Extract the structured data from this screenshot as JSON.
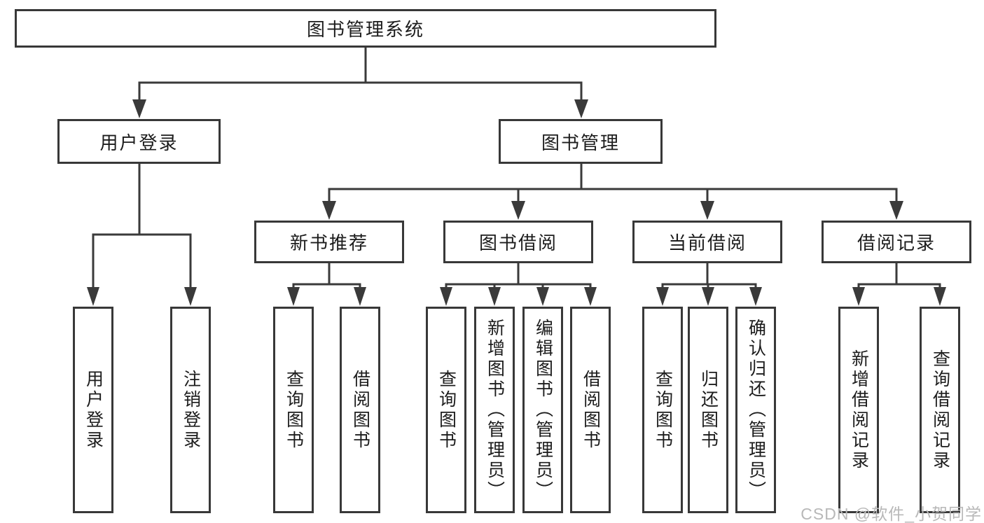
{
  "diagram": {
    "root": {
      "label": "图书管理系统",
      "children": [
        {
          "label": "用户登录",
          "children": [
            {
              "label": "用户登录"
            },
            {
              "label": "注销登录"
            }
          ]
        },
        {
          "label": "图书管理",
          "children": [
            {
              "label": "新书推荐",
              "children": [
                {
                  "label": "查询图书"
                },
                {
                  "label": "借阅图书"
                }
              ]
            },
            {
              "label": "图书借阅",
              "children": [
                {
                  "label": "查询图书"
                },
                {
                  "label": "新增图书（管理员）"
                },
                {
                  "label": "编辑图书（管理员）"
                },
                {
                  "label": "借阅图书"
                }
              ]
            },
            {
              "label": "当前借阅",
              "children": [
                {
                  "label": "查询图书"
                },
                {
                  "label": "归还图书"
                },
                {
                  "label": "确认归还（管理员）"
                }
              ]
            },
            {
              "label": "借阅记录",
              "children": [
                {
                  "label": "新增借阅记录"
                },
                {
                  "label": "查询借阅记录"
                }
              ]
            }
          ]
        }
      ]
    },
    "watermark": "CSDN @软件_小贺同学",
    "colors": {
      "line": "#3a3a3a",
      "border": "#383838",
      "text": "#1c1c1c",
      "watermark": "#b8b8b8",
      "background": "#ffffff"
    }
  }
}
